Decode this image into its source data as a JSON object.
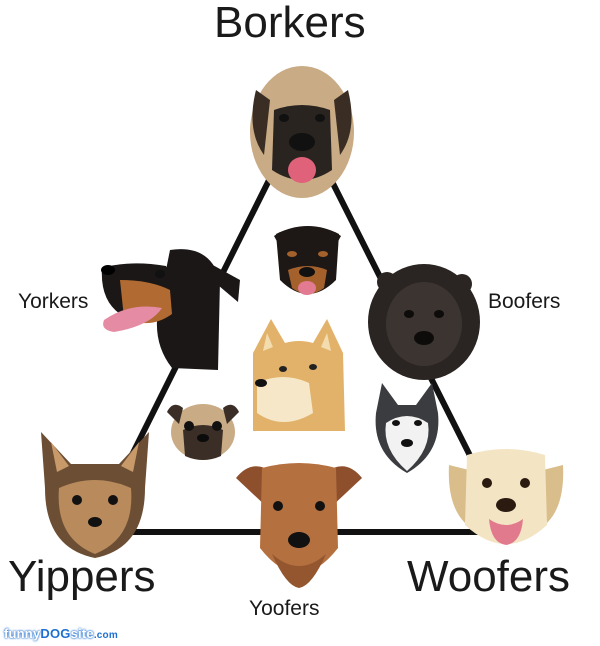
{
  "diagram": {
    "corners": {
      "top": "Borkers",
      "bottom_left": "Yippers",
      "bottom_right": "Woofers"
    },
    "edges": {
      "left": "Yorkers",
      "right": "Boofers",
      "bottom": "Yoofers"
    }
  },
  "watermark": {
    "part1": "funny",
    "part2": "DOG",
    "part3": "site",
    "part4": ".com"
  },
  "colors": {
    "line": "#111111",
    "text": "#1a1a1a",
    "watermark_blue": "#1f6fd1"
  },
  "dogs": [
    "mastiff-icon",
    "doberman-icon",
    "rottweiler-icon",
    "shiba-icon",
    "poodle-mix-icon",
    "pug-icon",
    "husky-icon",
    "yorkie-icon",
    "airedale-icon",
    "labrador-icon"
  ]
}
